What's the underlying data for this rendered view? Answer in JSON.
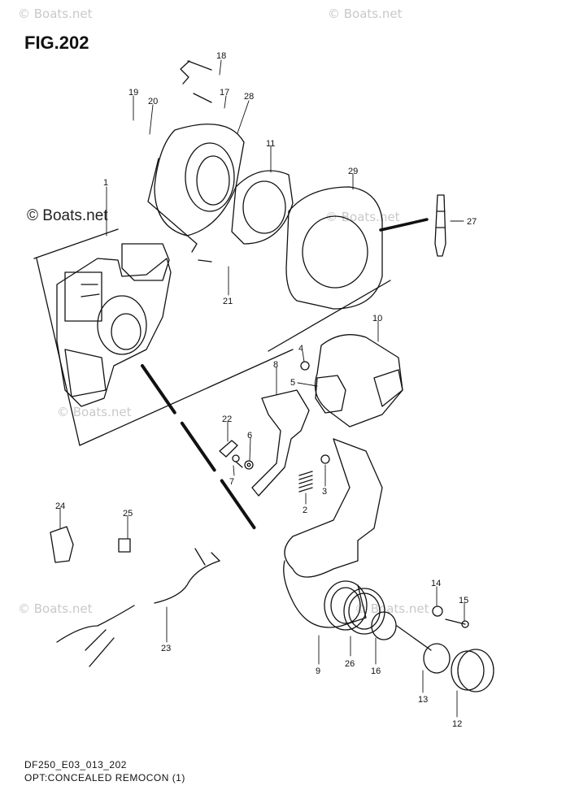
{
  "figure": {
    "title": "FIG.202"
  },
  "watermarks": {
    "small": "© Boats.net",
    "strong": "© Boats.net"
  },
  "footer": {
    "code": "DF250_E03_013_202",
    "description": "OPT:CONCEALED REMOCON (1)"
  },
  "part_labels": {
    "p1": "1",
    "p2": "2",
    "p3": "3",
    "p4": "4",
    "p5": "5",
    "p6": "6",
    "p7": "7",
    "p8": "8",
    "p9": "9",
    "p10": "10",
    "p11": "11",
    "p12": "12",
    "p13": "13",
    "p14": "14",
    "p15": "15",
    "p16": "16",
    "p17": "17",
    "p18": "18",
    "p19": "19",
    "p20": "20",
    "p21": "21",
    "p22": "22",
    "p23": "23",
    "p24": "24",
    "p25": "25",
    "p26": "26",
    "p27": "27",
    "p28": "28",
    "p29": "29"
  }
}
